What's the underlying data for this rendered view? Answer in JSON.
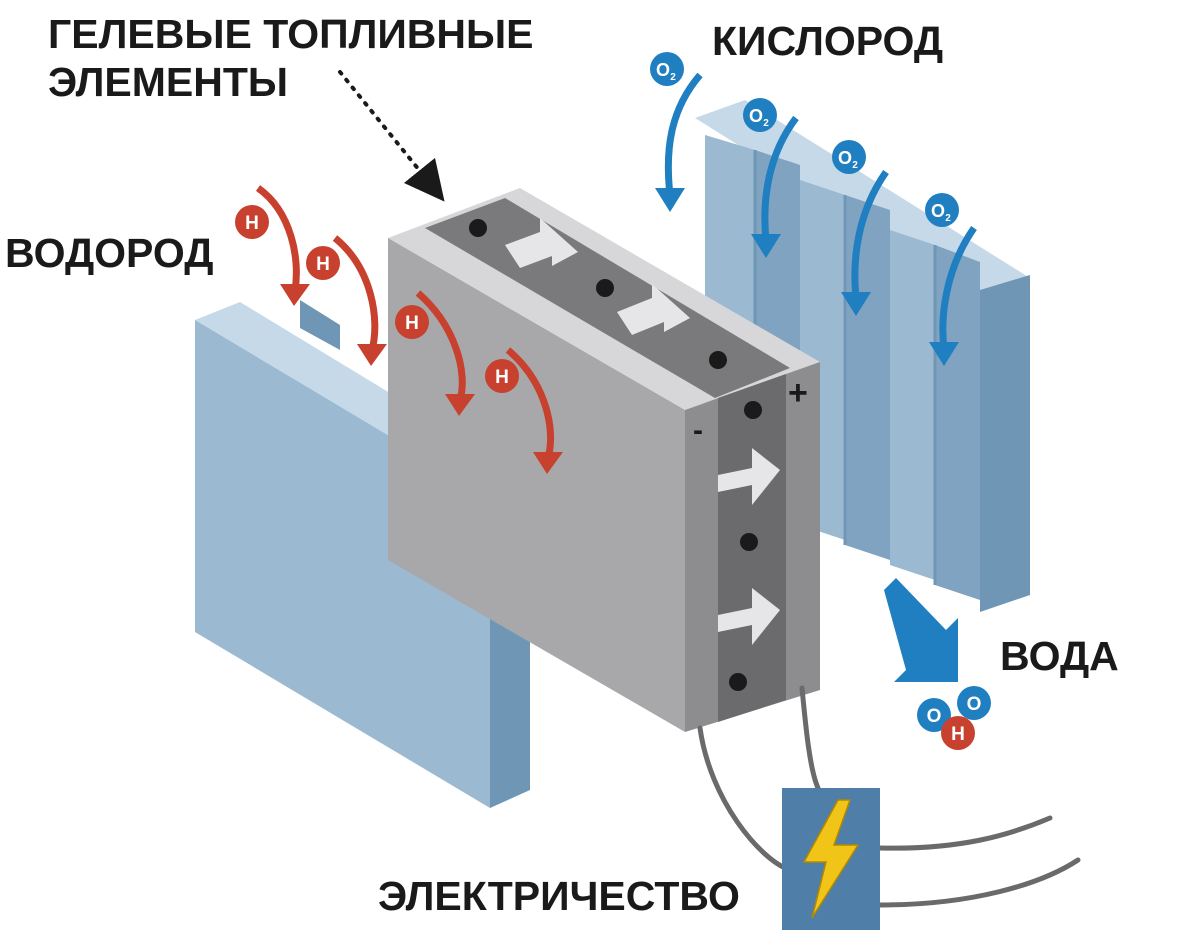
{
  "labels": {
    "fuel_cell_line1": "ГЕЛЕВЫЕ ТОПЛИВНЫЕ",
    "fuel_cell_line2": "ЭЛЕМЕНТЫ",
    "hydrogen": "ВОДОРОД",
    "oxygen": "КИСЛОРОД",
    "water": "ВОДА",
    "electricity": "ЭЛЕКТРИЧЕСТВО"
  },
  "polarity": {
    "minus": "-",
    "plus": "+"
  },
  "molecules": {
    "h": "H",
    "o": "O",
    "o2": "O",
    "o2_sub": "2"
  },
  "icons": [
    "lightning-bolt-icon",
    "flow-arrow-icon",
    "electron-dot-icon"
  ],
  "colors": {
    "hydrogen": "#c8412e",
    "oxygen": "#1f7fc0",
    "plate_front": "#9bb9d1",
    "plate_side": "#6f97b5",
    "plate_top": "#c6d9e8",
    "cell_front": "#a8a8aa",
    "cell_side": "#8d8d90",
    "cell_top": "#d7d7d9",
    "power_box": "#4f7ea8",
    "bolt": "#f1c517",
    "text": "#1a1a1a"
  }
}
